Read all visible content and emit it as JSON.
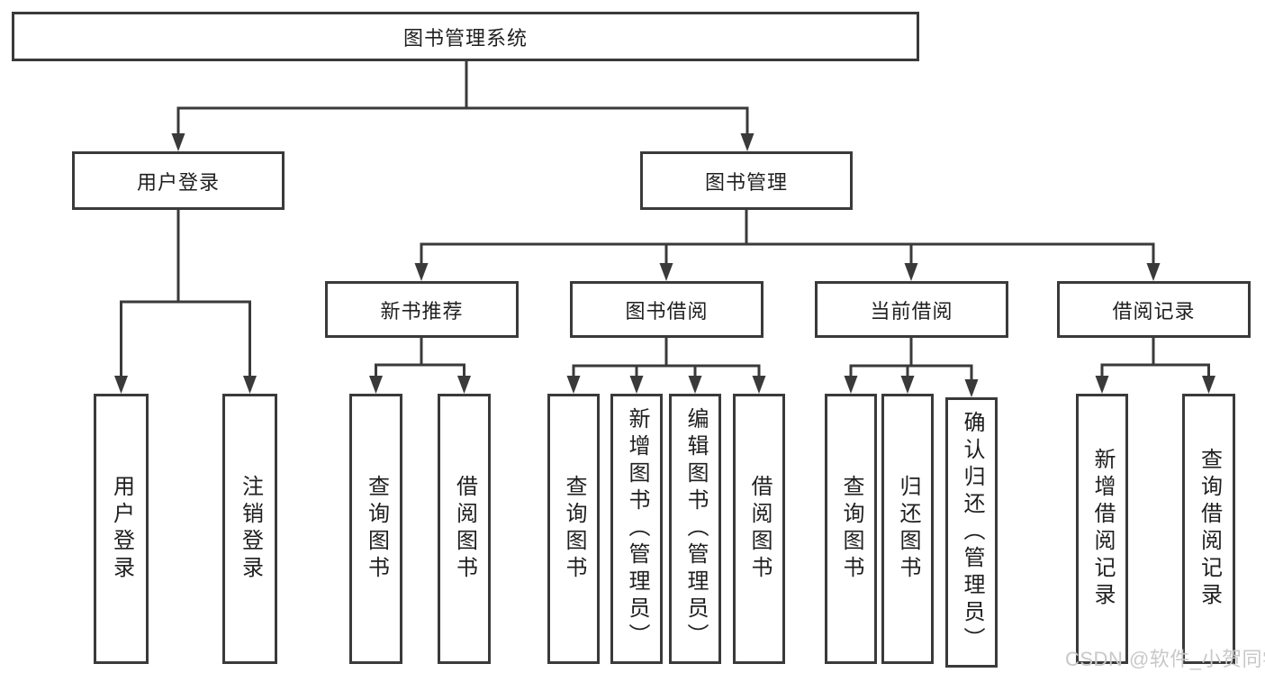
{
  "diagram": {
    "root": {
      "label": "图书管理系统"
    },
    "branches": [
      {
        "label": "用户登录",
        "children": [
          {
            "label": "用户登录"
          },
          {
            "label": "注销登录"
          }
        ]
      },
      {
        "label": "图书管理",
        "children": [
          {
            "label": "新书推荐",
            "children": [
              {
                "label": "查询图书"
              },
              {
                "label": "借阅图书"
              }
            ]
          },
          {
            "label": "图书借阅",
            "children": [
              {
                "label": "查询图书"
              },
              {
                "label": "新增图书（管理员）"
              },
              {
                "label": "编辑图书（管理员）"
              },
              {
                "label": "借阅图书"
              }
            ]
          },
          {
            "label": "当前借阅",
            "children": [
              {
                "label": "查询图书"
              },
              {
                "label": "归还图书"
              },
              {
                "label": "确认归还（管理员）"
              }
            ]
          },
          {
            "label": "借阅记录",
            "children": [
              {
                "label": "新增借阅记录"
              },
              {
                "label": "查询借阅记录"
              }
            ]
          }
        ]
      }
    ],
    "watermark": "CSDN @软件_小贺同学",
    "colors": {
      "line": "#3a3a3a",
      "box_border": "#3a3a3a",
      "box_fill": "#ffffff",
      "text": "#1f1f1f",
      "watermark": "#c8c8c8",
      "background": "#ffffff"
    }
  }
}
